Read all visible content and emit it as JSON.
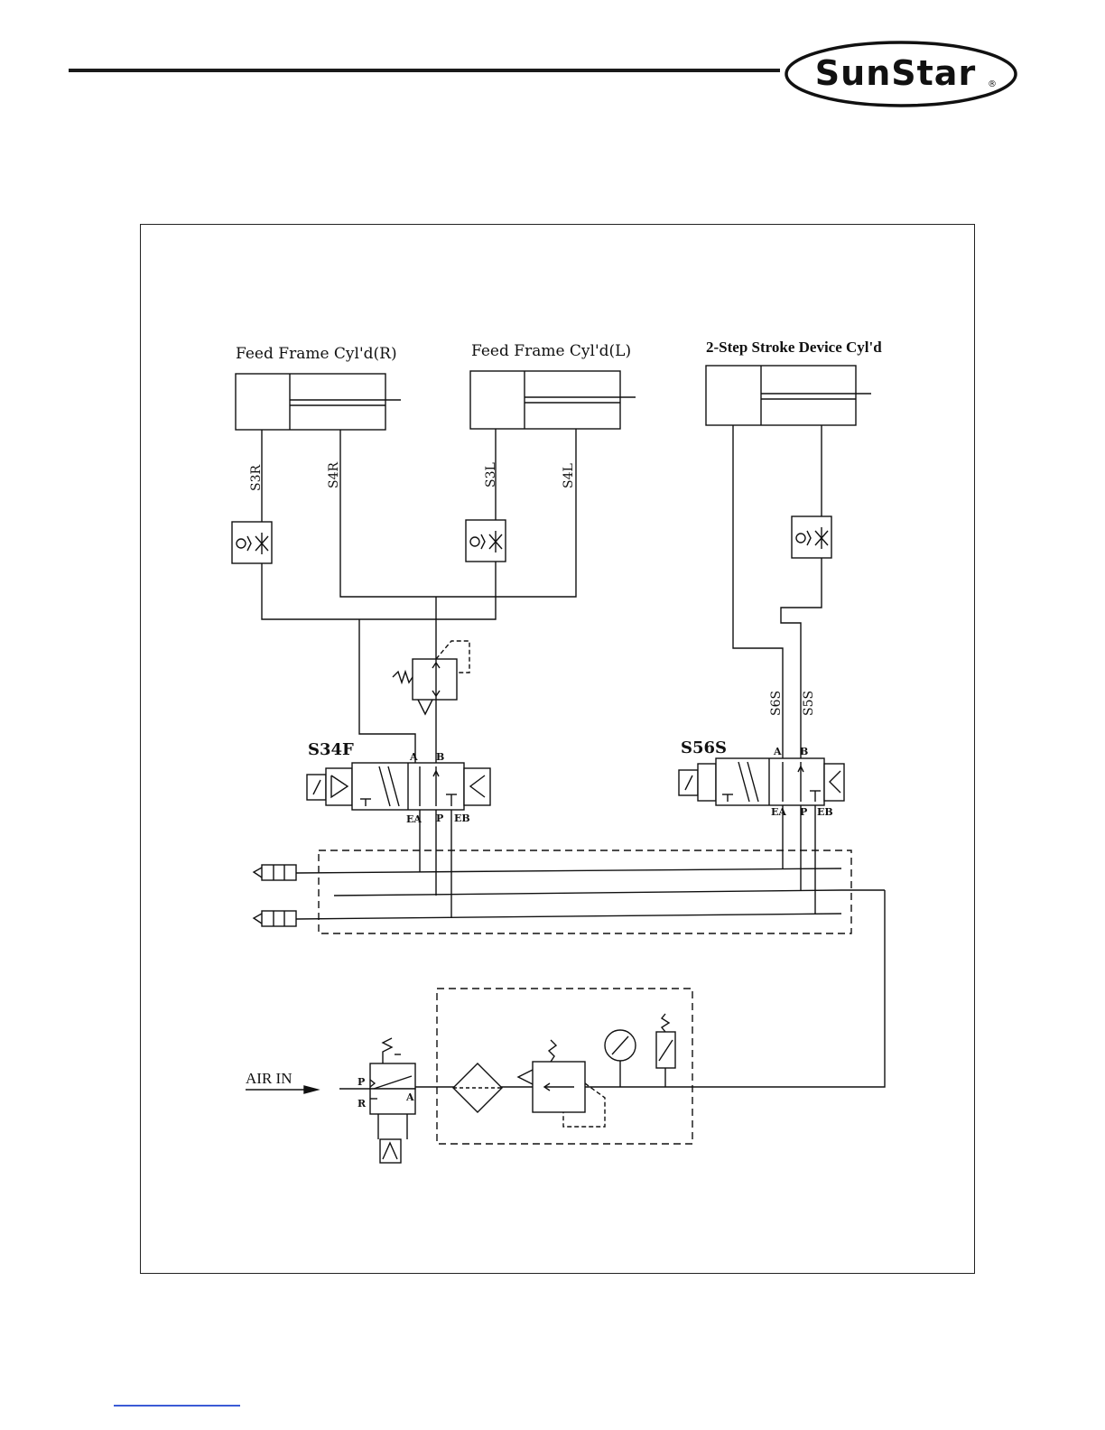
{
  "brand": {
    "logo_text": "SunStar",
    "registered_mark": "®"
  },
  "diagram": {
    "cylinders": {
      "feed_frame_right": "Feed Frame Cyl'd(R)",
      "feed_frame_left": "Feed Frame Cyl'd(L)",
      "two_step_stroke": "2-Step Stroke Device Cyl'd"
    },
    "line_labels": {
      "s3r": "S3R",
      "s4r": "S4R",
      "s3l": "S3L",
      "s4l": "S4L",
      "s6s": "S6S",
      "s5s": "S5S"
    },
    "valves": {
      "s34f": "S34F",
      "s56s": "S56S"
    },
    "ports": {
      "a": "A",
      "b": "B",
      "ea": "EA",
      "p": "P",
      "eb": "EB",
      "r": "R"
    },
    "air_in": "AIR IN"
  }
}
